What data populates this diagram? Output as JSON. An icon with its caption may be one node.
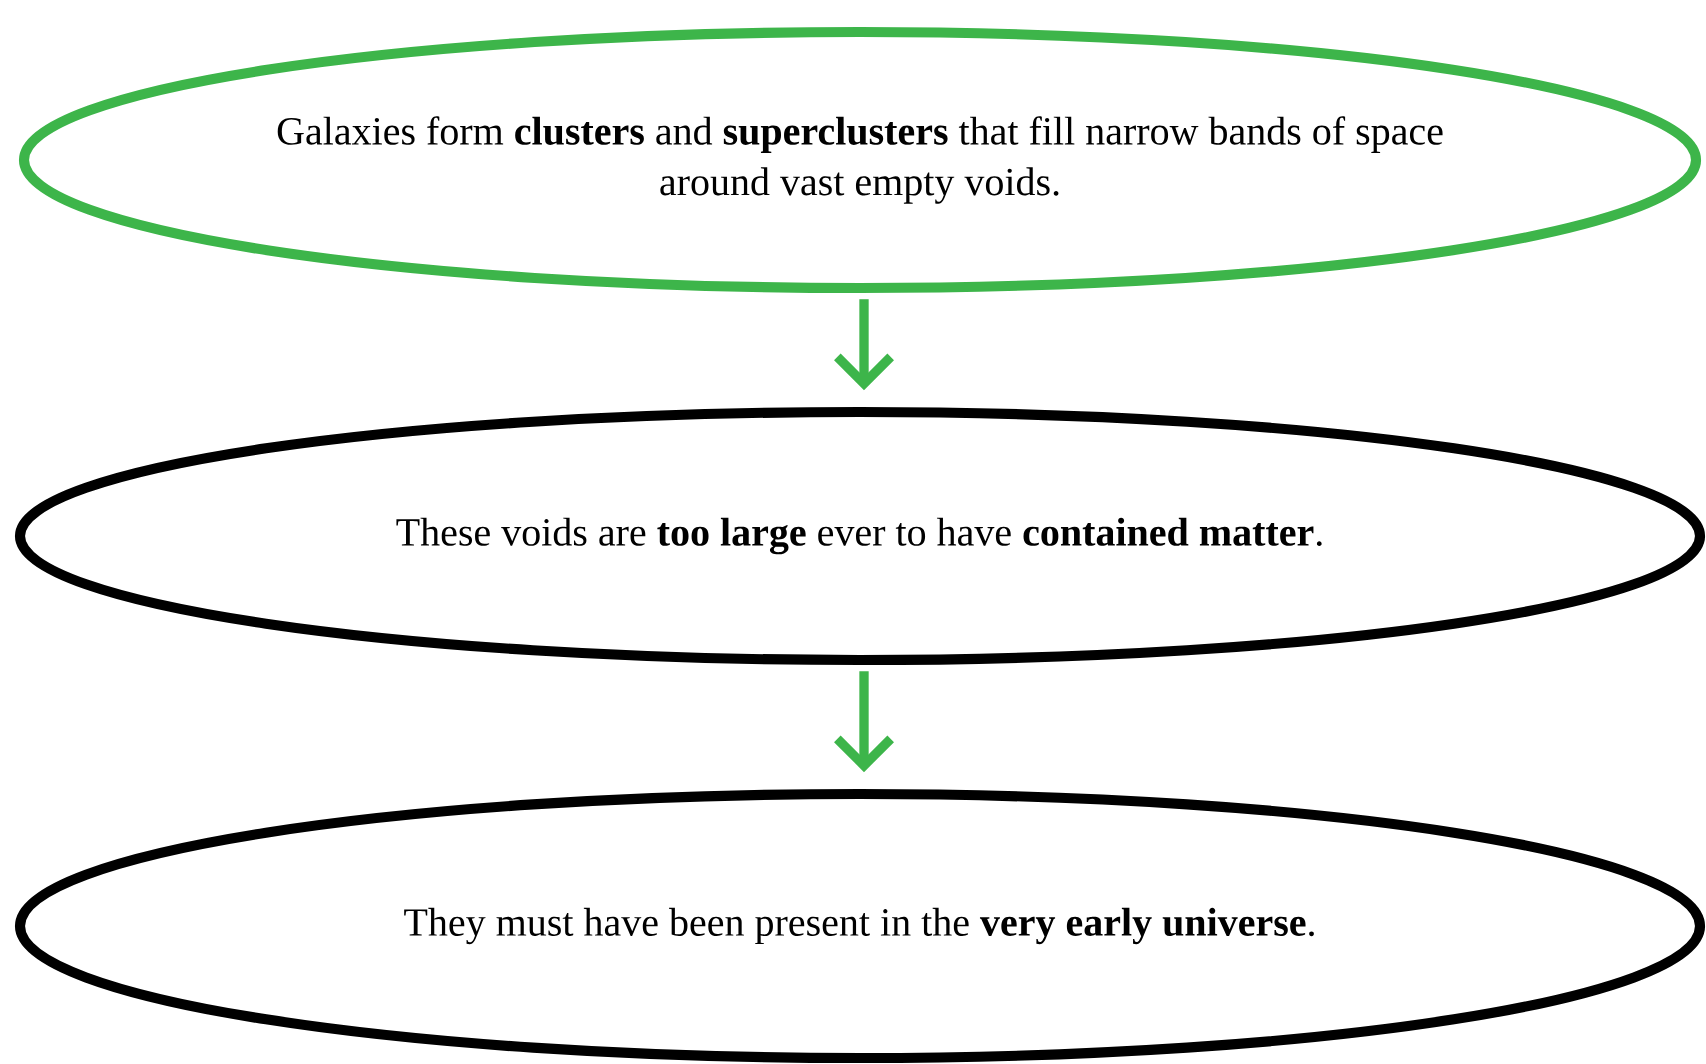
{
  "diagram": {
    "nodes": [
      {
        "text": [
          "Galaxies form **clusters** and **superclusters** that fill narrow bands of space around vast empty voids."
        ]
      },
      {
        "text": [
          "These voids are **too large** ever to have **contained matter**."
        ]
      },
      {
        "text": [
          "They must have been present in the **very early universe**."
        ]
      }
    ],
    "edges": [
      {
        "from": 0,
        "to": 1,
        "arrow": "to"
      },
      {
        "from": 1,
        "to": 2,
        "arrow": "to"
      }
    ]
  }
}
